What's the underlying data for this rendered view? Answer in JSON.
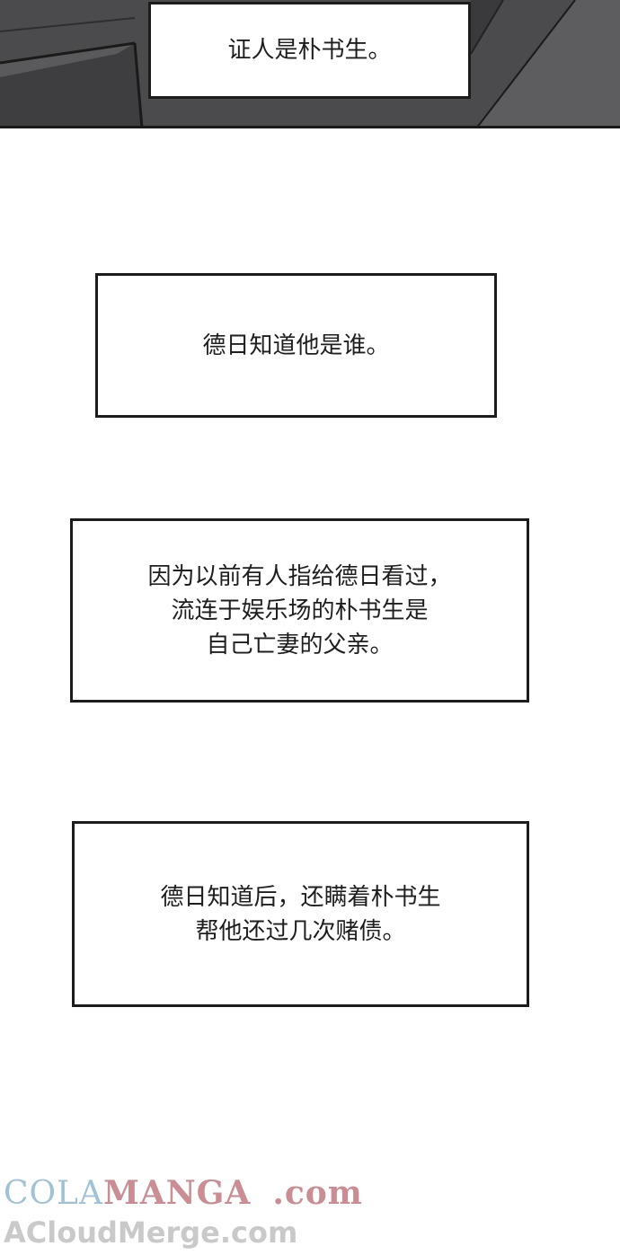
{
  "panels": [
    {
      "lines": [
        "证人是朴书生。"
      ]
    },
    {
      "lines": [
        "德日知道他是谁。"
      ]
    },
    {
      "lines": [
        "因为以前有人指给德日看过，",
        "流连于娱乐场的朴书生是",
        "自己亡妻的父亲。"
      ]
    },
    {
      "lines": [
        "德日知道后，还瞒着朴书生",
        "帮他还过几次赌债。"
      ]
    }
  ],
  "watermark": {
    "brand_part1": "COLA",
    "brand_part2": "MANGA",
    "brand_domain": ".com",
    "secondary": "ACloudMerge.com"
  },
  "colors": {
    "panel_dark": "#4b4b4d",
    "border": "#1c1c1c",
    "text": "#1e1e1e",
    "watermark_blue": "#9fc2d6",
    "watermark_pink": "#c98d93",
    "watermark_gray": "#c9c9c9"
  }
}
